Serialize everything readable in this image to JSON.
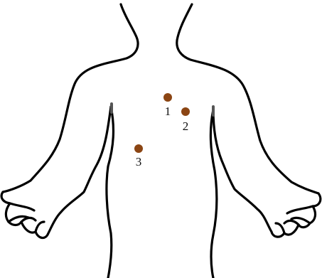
{
  "figure": {
    "marker_color": "#8b4513",
    "outline_color": "#000000",
    "markers": [
      {
        "label": "1"
      },
      {
        "label": "2"
      },
      {
        "label": "3"
      }
    ]
  }
}
